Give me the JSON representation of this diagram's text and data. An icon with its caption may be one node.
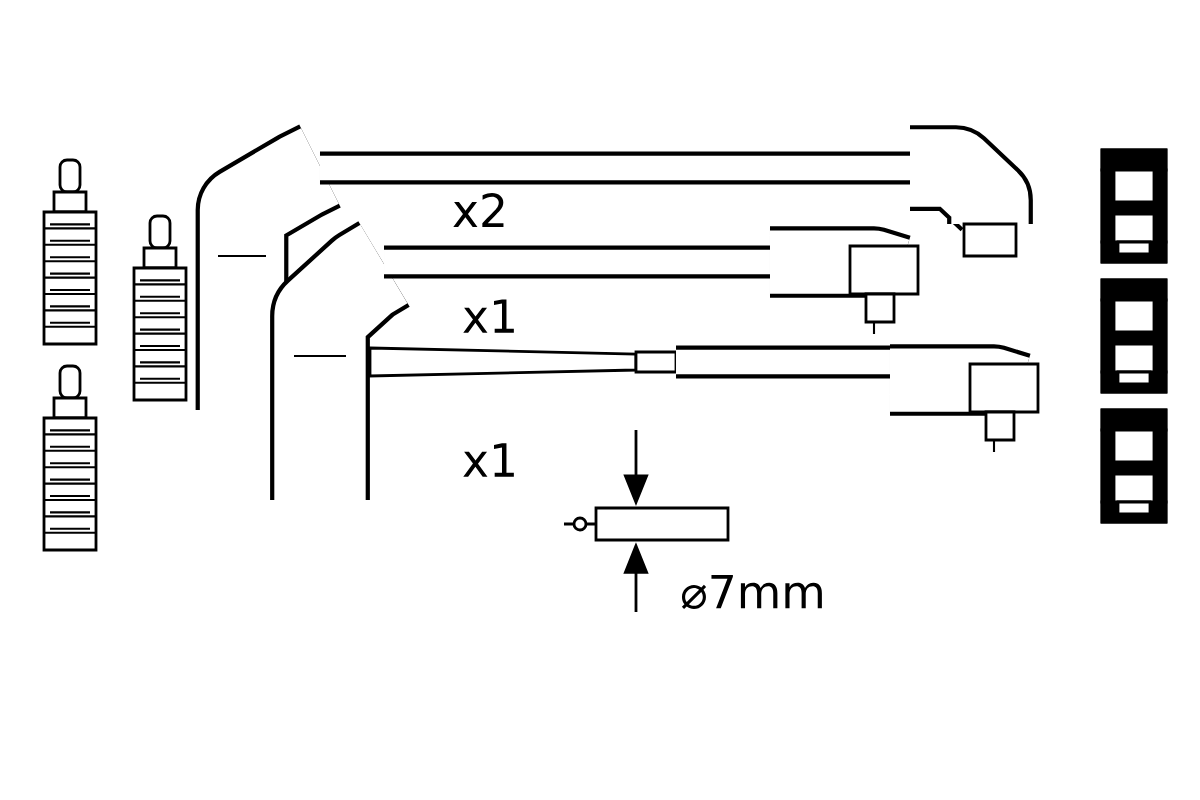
{
  "diagram": {
    "labels": [
      "x2",
      "x1",
      "x1",
      "⌀7mm"
    ]
  }
}
